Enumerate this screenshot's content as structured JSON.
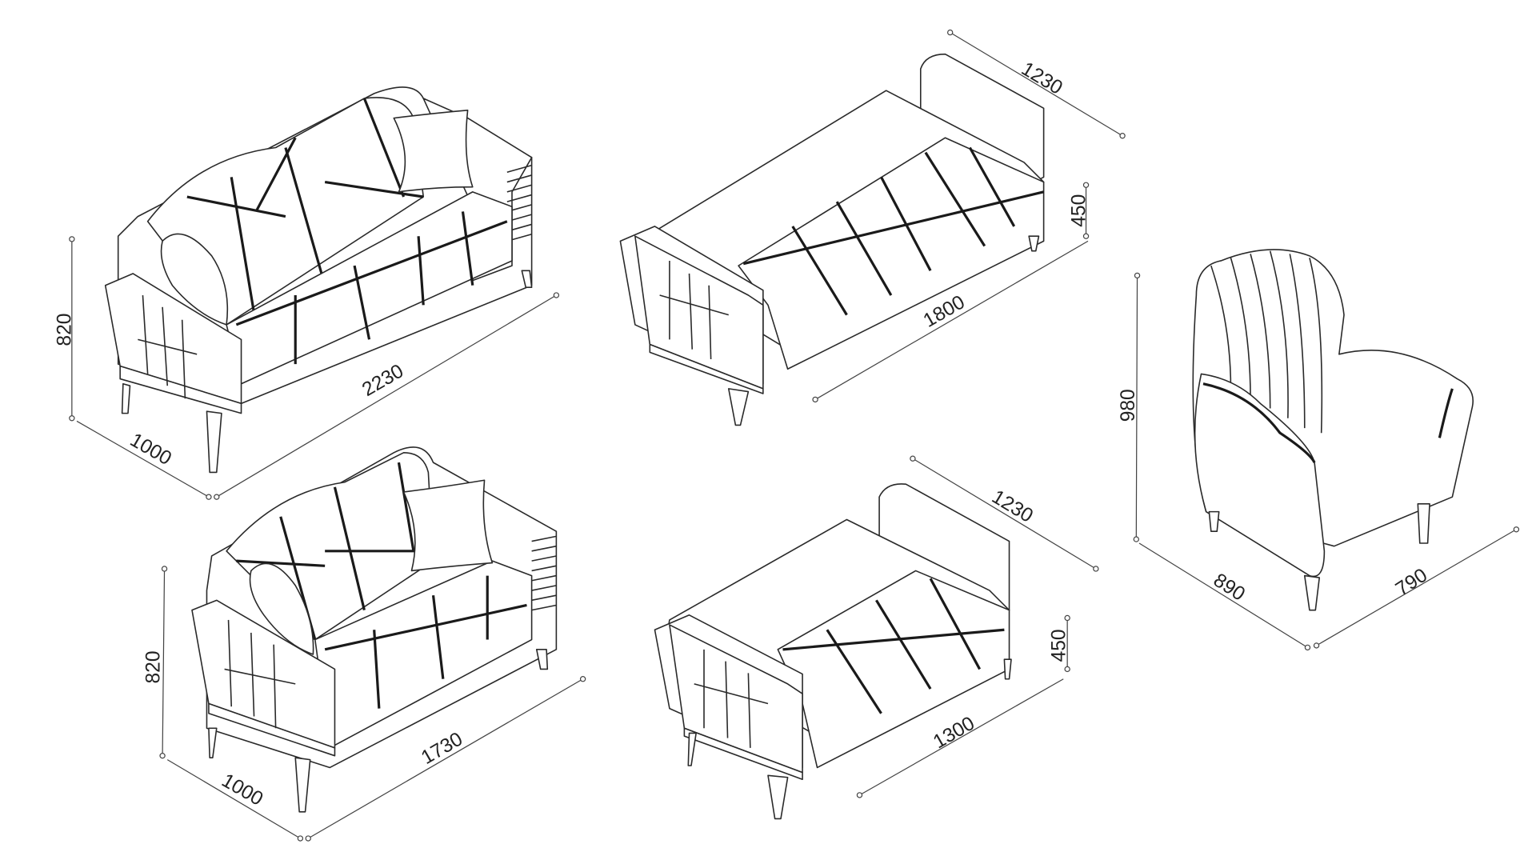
{
  "drawings": {
    "sofa_3_seat": {
      "height": "820",
      "depth": "1000",
      "width": "2230"
    },
    "sofa_bed_3_seat": {
      "depth": "1230",
      "seat_height": "450",
      "bed_length": "1800"
    },
    "sofa_2_seat": {
      "height": "820",
      "depth": "1000",
      "width": "1730"
    },
    "sofa_bed_2_seat": {
      "depth": "1230",
      "seat_height": "450",
      "bed_length": "1300"
    },
    "armchair": {
      "height": "980",
      "depth": "890",
      "width": "790"
    }
  },
  "colors": {
    "line": "#2a2a2a",
    "background": "#ffffff"
  }
}
